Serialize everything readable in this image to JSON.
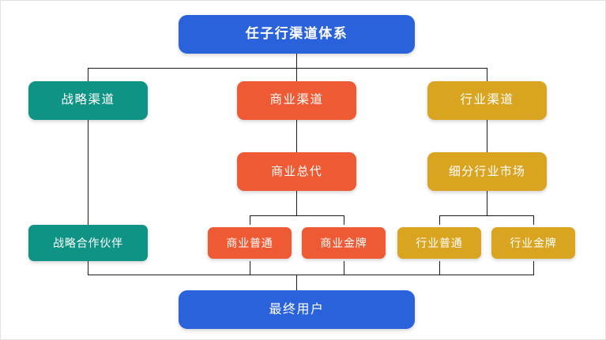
{
  "diagram": {
    "title_node": {
      "label": "任子行渠道体系",
      "color": "#2a62db"
    },
    "bottom_node": {
      "label": "最终用户",
      "color": "#2a62db"
    },
    "branches": [
      {
        "name": "strategic",
        "color": "#0e9384",
        "level1": {
          "label": "战略渠道"
        },
        "level2": null,
        "leaves": [
          {
            "label": "战略合作伙伴"
          }
        ]
      },
      {
        "name": "commercial",
        "color": "#ee5a33",
        "level1": {
          "label": "商业渠道"
        },
        "level2": {
          "label": "商业总代"
        },
        "leaves": [
          {
            "label": "商业普通"
          },
          {
            "label": "商业金牌"
          }
        ]
      },
      {
        "name": "industry",
        "color": "#d9a520",
        "level1": {
          "label": "行业渠道"
        },
        "level2": {
          "label": "细分行业市场"
        },
        "leaves": [
          {
            "label": "行业普通"
          },
          {
            "label": "行业金牌"
          }
        ]
      }
    ],
    "colors": {
      "blue": "#2a62db",
      "teal": "#0e9384",
      "orange": "#ee5a33",
      "gold": "#d9a520",
      "connector": "#1a1a1a",
      "background": "#ffffff"
    }
  }
}
